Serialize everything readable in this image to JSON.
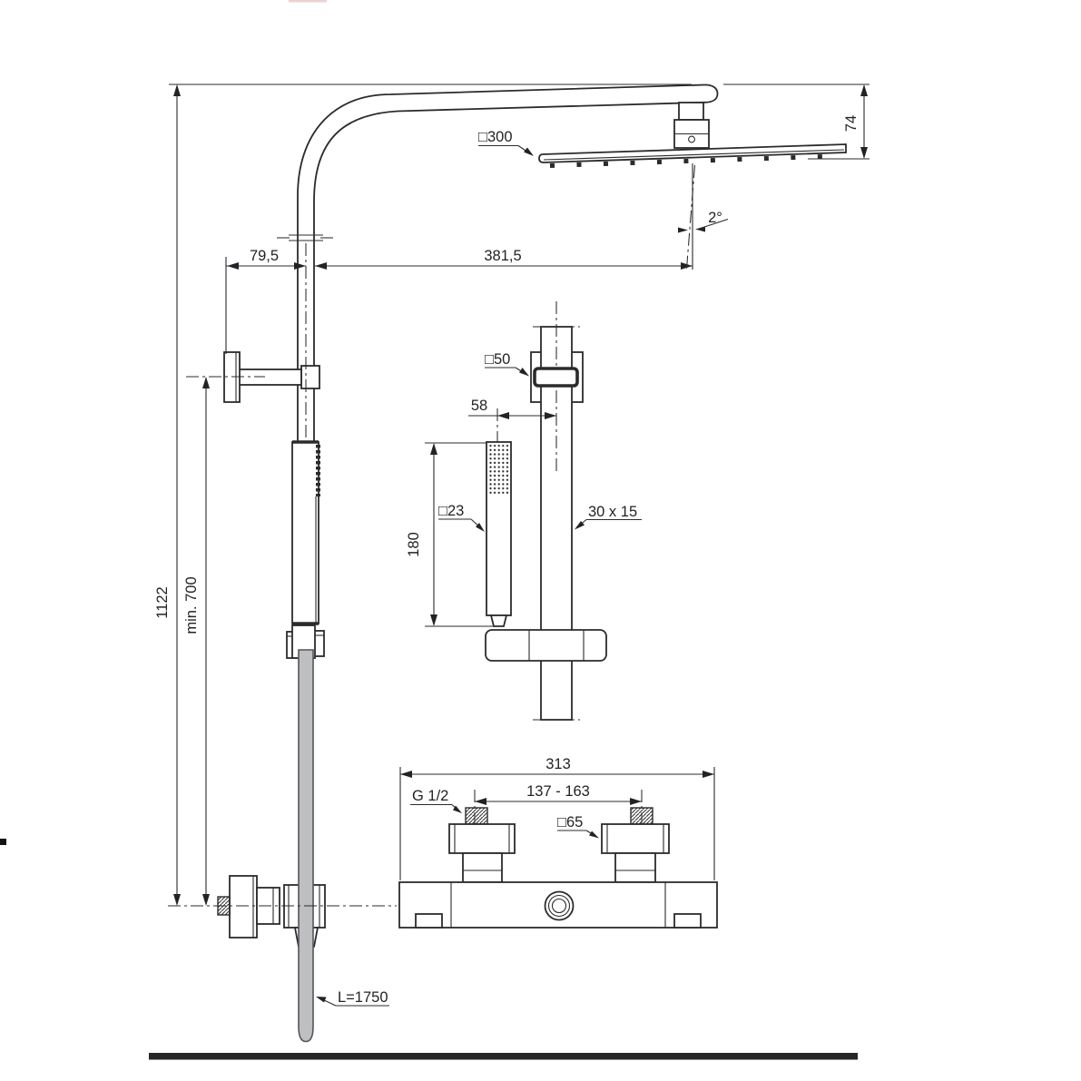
{
  "drawing": {
    "kind": "technical-dimension-drawing",
    "subject": "thermostatic shower system with rain head, hand shower and mixer",
    "dimensions": {
      "overall_height": "1122",
      "min_height": "min. 700",
      "wall_offset": "79,5",
      "arm_reach": "381,5",
      "head_size": "□300",
      "head_drop": "74",
      "head_angle": "2°",
      "bracket_size": "□50",
      "handset_offset": "58",
      "handset_length": "180",
      "handset_size": "□23",
      "rail_profile": "30 x 15",
      "mixer_width": "313",
      "connection_spread": "137 - 163",
      "thread_size": "G 1/2",
      "mixer_block": "□65",
      "hose_length": "L=1750"
    },
    "colors": {
      "line": "#2b2b2e",
      "hose_fill": "#bdbfc1",
      "hose_stroke": "#55565a",
      "floor": "#262629"
    }
  }
}
